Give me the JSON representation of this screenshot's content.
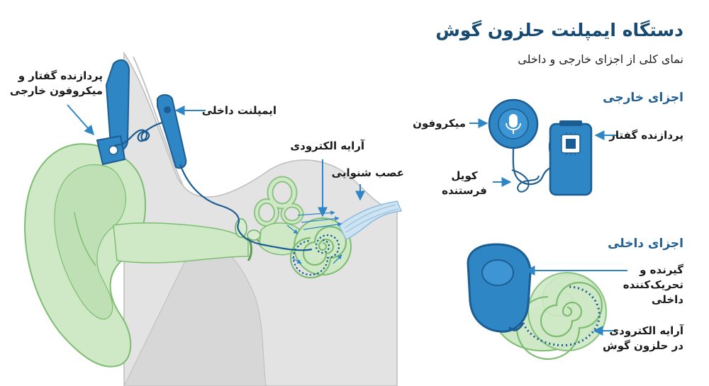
{
  "header": {
    "title": "دستگاه ایمپلنت حلزون گوش",
    "subtitle": "نمای کلی از اجزای خارجی و داخلی"
  },
  "ear_labels": {
    "processor_mic": [
      "پردازنده گفتار و",
      "میکروفون خارجی"
    ],
    "internal_implant": "ایمپلنت داخلی",
    "electrode_array": "آرایه الکترودی",
    "auditory_nerve": "عصب شنوایی"
  },
  "external_section": {
    "heading": "اجزای خارجی",
    "microphone": "میکروفون",
    "speech_processor": "پردازنده گفتار",
    "transmitter_coil": [
      "کویل",
      "فرستنده"
    ]
  },
  "internal_section": {
    "heading": "اجزای داخلی",
    "receiver_stimulator": [
      "گیرنده و",
      "تحریک‌کننده",
      "داخلی"
    ],
    "electrode_in_cochlea": [
      "آرایه الکترودی",
      "در حلزون گوش"
    ]
  },
  "colors": {
    "accent_blue": "#2f86c4",
    "dark_blue": "#1b5d92",
    "ear_green": "#cfe9c7",
    "ear_green_stroke": "#7dbd72",
    "bone_gray": "#d9d9d9",
    "title_blue": "#174a73"
  },
  "icons": [
    "microphone-icon",
    "chip-icon",
    "arrow-icon"
  ]
}
